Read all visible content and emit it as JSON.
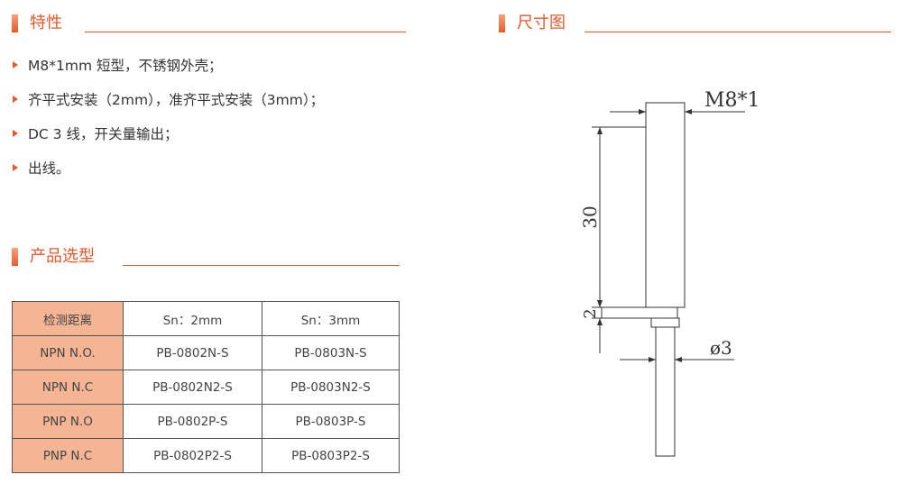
{
  "features": {
    "title": "特性",
    "items": [
      "M8*1mm 短型，不锈钢外壳；",
      "齐平式安装（2mm），准齐平式安装（3mm）；",
      "DC 3 线，开关量输出；",
      "出线。"
    ]
  },
  "dimensions": {
    "title": "尺寸图",
    "thread_label": "M8*1",
    "length_label": "30",
    "nut_label": "2",
    "cable_label": "ø3"
  },
  "selection": {
    "title": "产品选型",
    "header": [
      "检测距离",
      "Sn：2mm",
      "Sn：3mm"
    ],
    "rows": [
      [
        "NPN N.O.",
        "PB-0802N-S",
        "PB-0803N-S"
      ],
      [
        "NPN N.C",
        "PB-0802N2-S",
        "PB-0803N2-S"
      ],
      [
        "PNP N.O",
        "PB-0802P-S",
        "PB-0803P-S"
      ],
      [
        "PNP N.C",
        "PB-0802P2-S",
        "PB-0803P2-S"
      ]
    ]
  },
  "colors": {
    "accent": "#e8582a",
    "header_cell": "#f4b594"
  }
}
